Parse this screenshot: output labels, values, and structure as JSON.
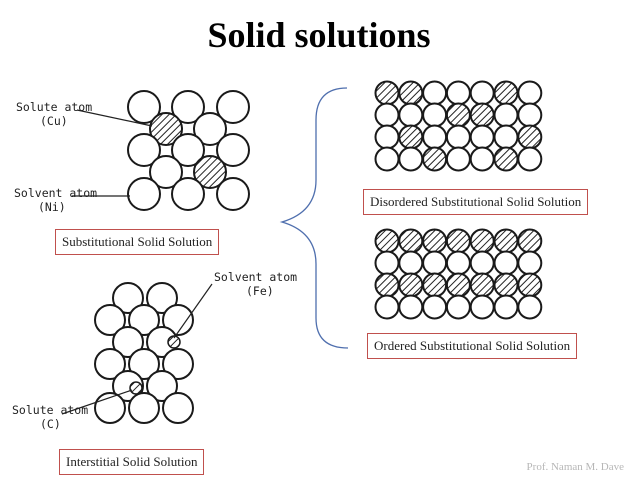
{
  "title": "Solid solutions",
  "labels": {
    "substitutional": "Substitutional Solid Solution",
    "interstitial": "Interstitial Solid Solution",
    "disordered": "Disordered Substitutional Solid Solution",
    "ordered": "Ordered Substitutional Solid Solution"
  },
  "annotations": {
    "solute_cu": [
      "Solute atom",
      "(Cu)"
    ],
    "solvent_ni": [
      "Solvent atom",
      "(Ni)"
    ],
    "solvent_fe": [
      "Solvent atom",
      "(Fe)"
    ],
    "solute_c": [
      "Solute atom",
      "(C)"
    ]
  },
  "footer": "Prof. Naman M. Dave"
}
